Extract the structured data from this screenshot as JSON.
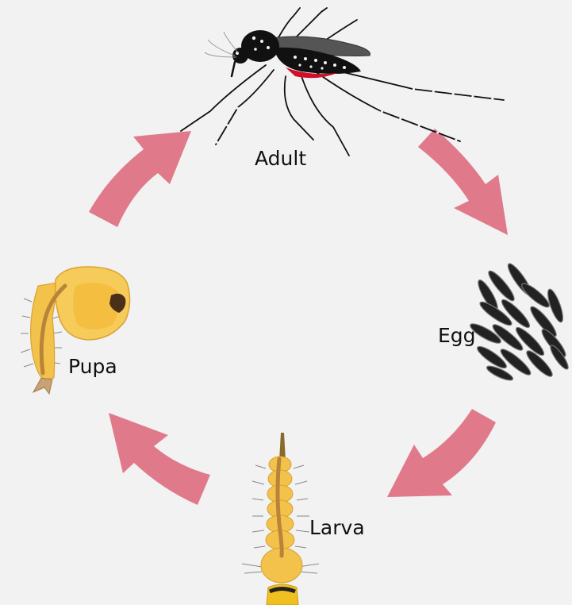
{
  "diagram": {
    "stages": {
      "adult": "Adult",
      "egg": "Egg",
      "larva": "Larva",
      "pupa": "Pupa"
    },
    "colors": {
      "background": "#f2f2f2",
      "arrow": "#e07a8a",
      "mosquito_body": "#111111",
      "mosquito_blood": "#d0102a",
      "mosquito_wing": "#555555",
      "egg": "#222222",
      "larva_body": "#f3c24a",
      "larva_stripe": "#b8843a",
      "larva_head": "#f0c020",
      "pupa_body": "#f3c24a",
      "pupa_cephalothorax": "#f7cb5a"
    },
    "icons": [
      "mosquito-icon",
      "egg-cluster-icon",
      "larva-icon",
      "pupa-icon",
      "cycle-arrow-icon"
    ]
  }
}
